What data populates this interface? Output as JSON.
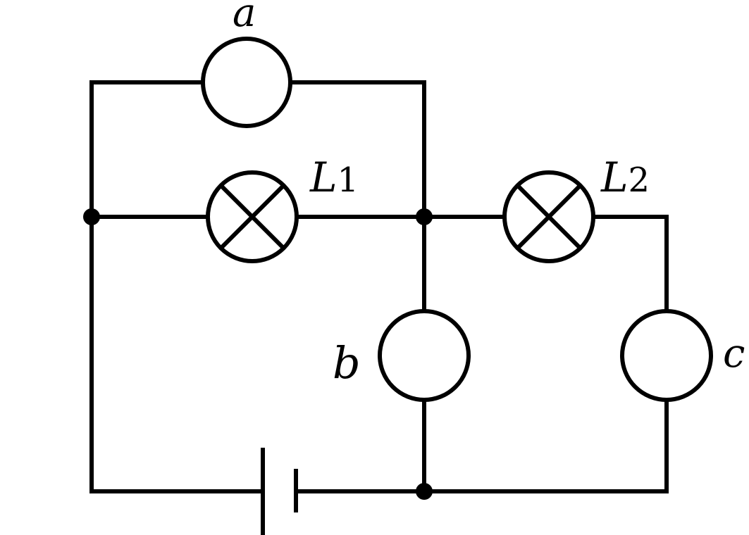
{
  "colors": {
    "line": "#000000",
    "background": "#ffffff"
  },
  "labels": {
    "meter_a": "a",
    "meter_b": "b",
    "meter_c": "c",
    "lamp_1": {
      "letter": "L",
      "subscript": "1"
    },
    "lamp_2": {
      "letter": "L",
      "subscript": "2"
    }
  }
}
